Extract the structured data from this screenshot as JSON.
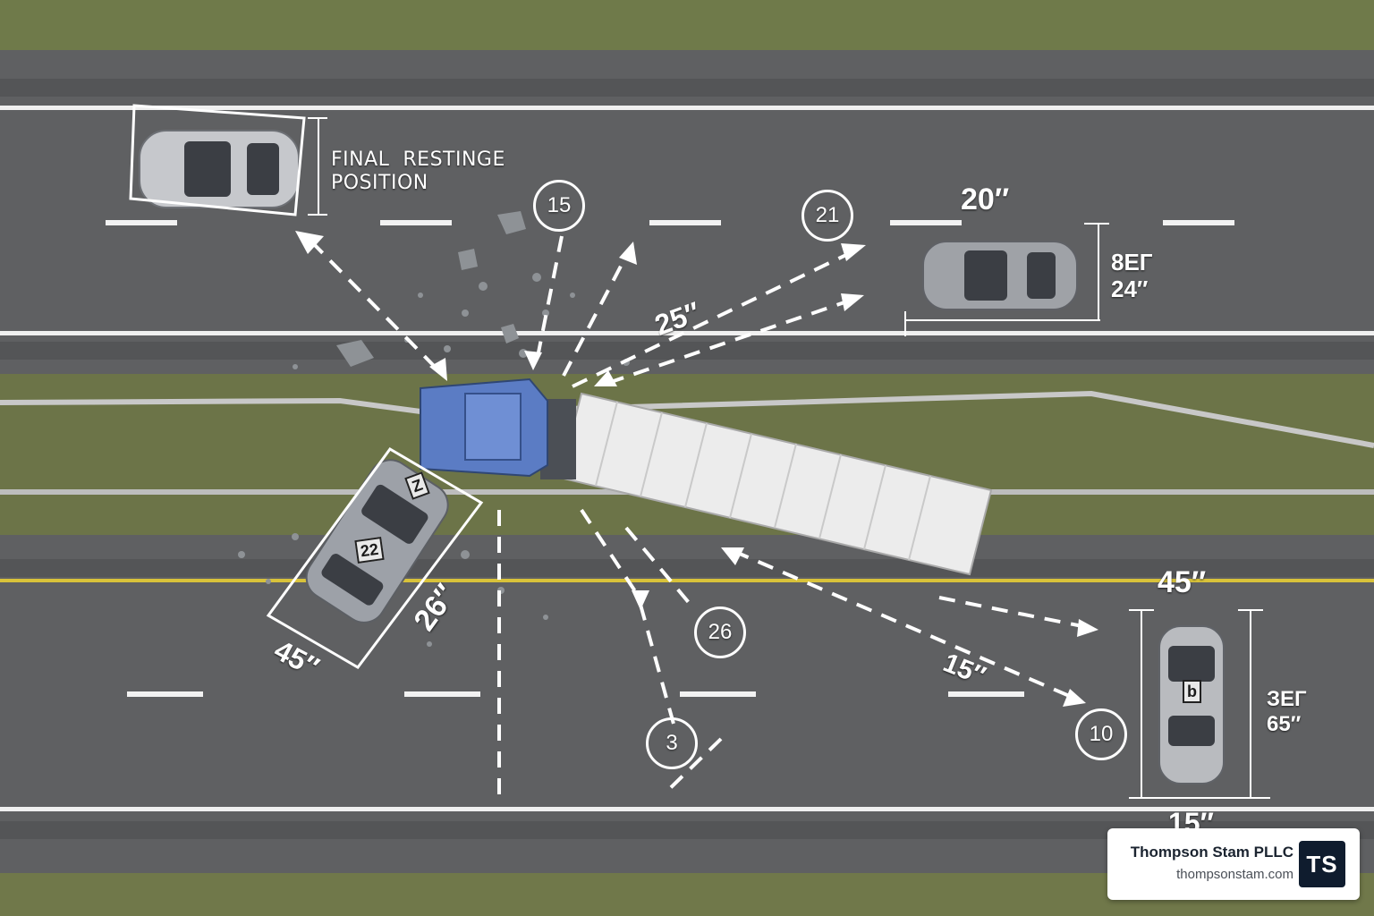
{
  "caption_final_position": "FINAL  RESTINGE\nPOSITION",
  "markers": [
    "15",
    "21",
    "26",
    "3",
    "10"
  ],
  "measurements": {
    "top_right": "20″",
    "right_upper": "8ЕГ\n24″",
    "mid_diagonal": "25″",
    "car_side": "26″",
    "car_bottom": "45″",
    "right_top": "45″",
    "right_diag": "15″",
    "right_lower": "ЗЕГ\n65″",
    "bottom_right": "15″"
  },
  "vehicle_tags": {
    "crashed_roof": "22",
    "crashed_front": "Z",
    "lower_car": "b"
  },
  "brand": {
    "name": "Thompson Stam PLLC",
    "url": "thompsonstam.com",
    "logo": "TS"
  },
  "colors": {
    "asphalt": "#5f6062",
    "grass": "#6f7a4a",
    "lane_white": "#ffffff",
    "lane_yellow": "#d8c23a",
    "truck_cab": "#5b7cc4",
    "trailer": "#eeeeee"
  }
}
